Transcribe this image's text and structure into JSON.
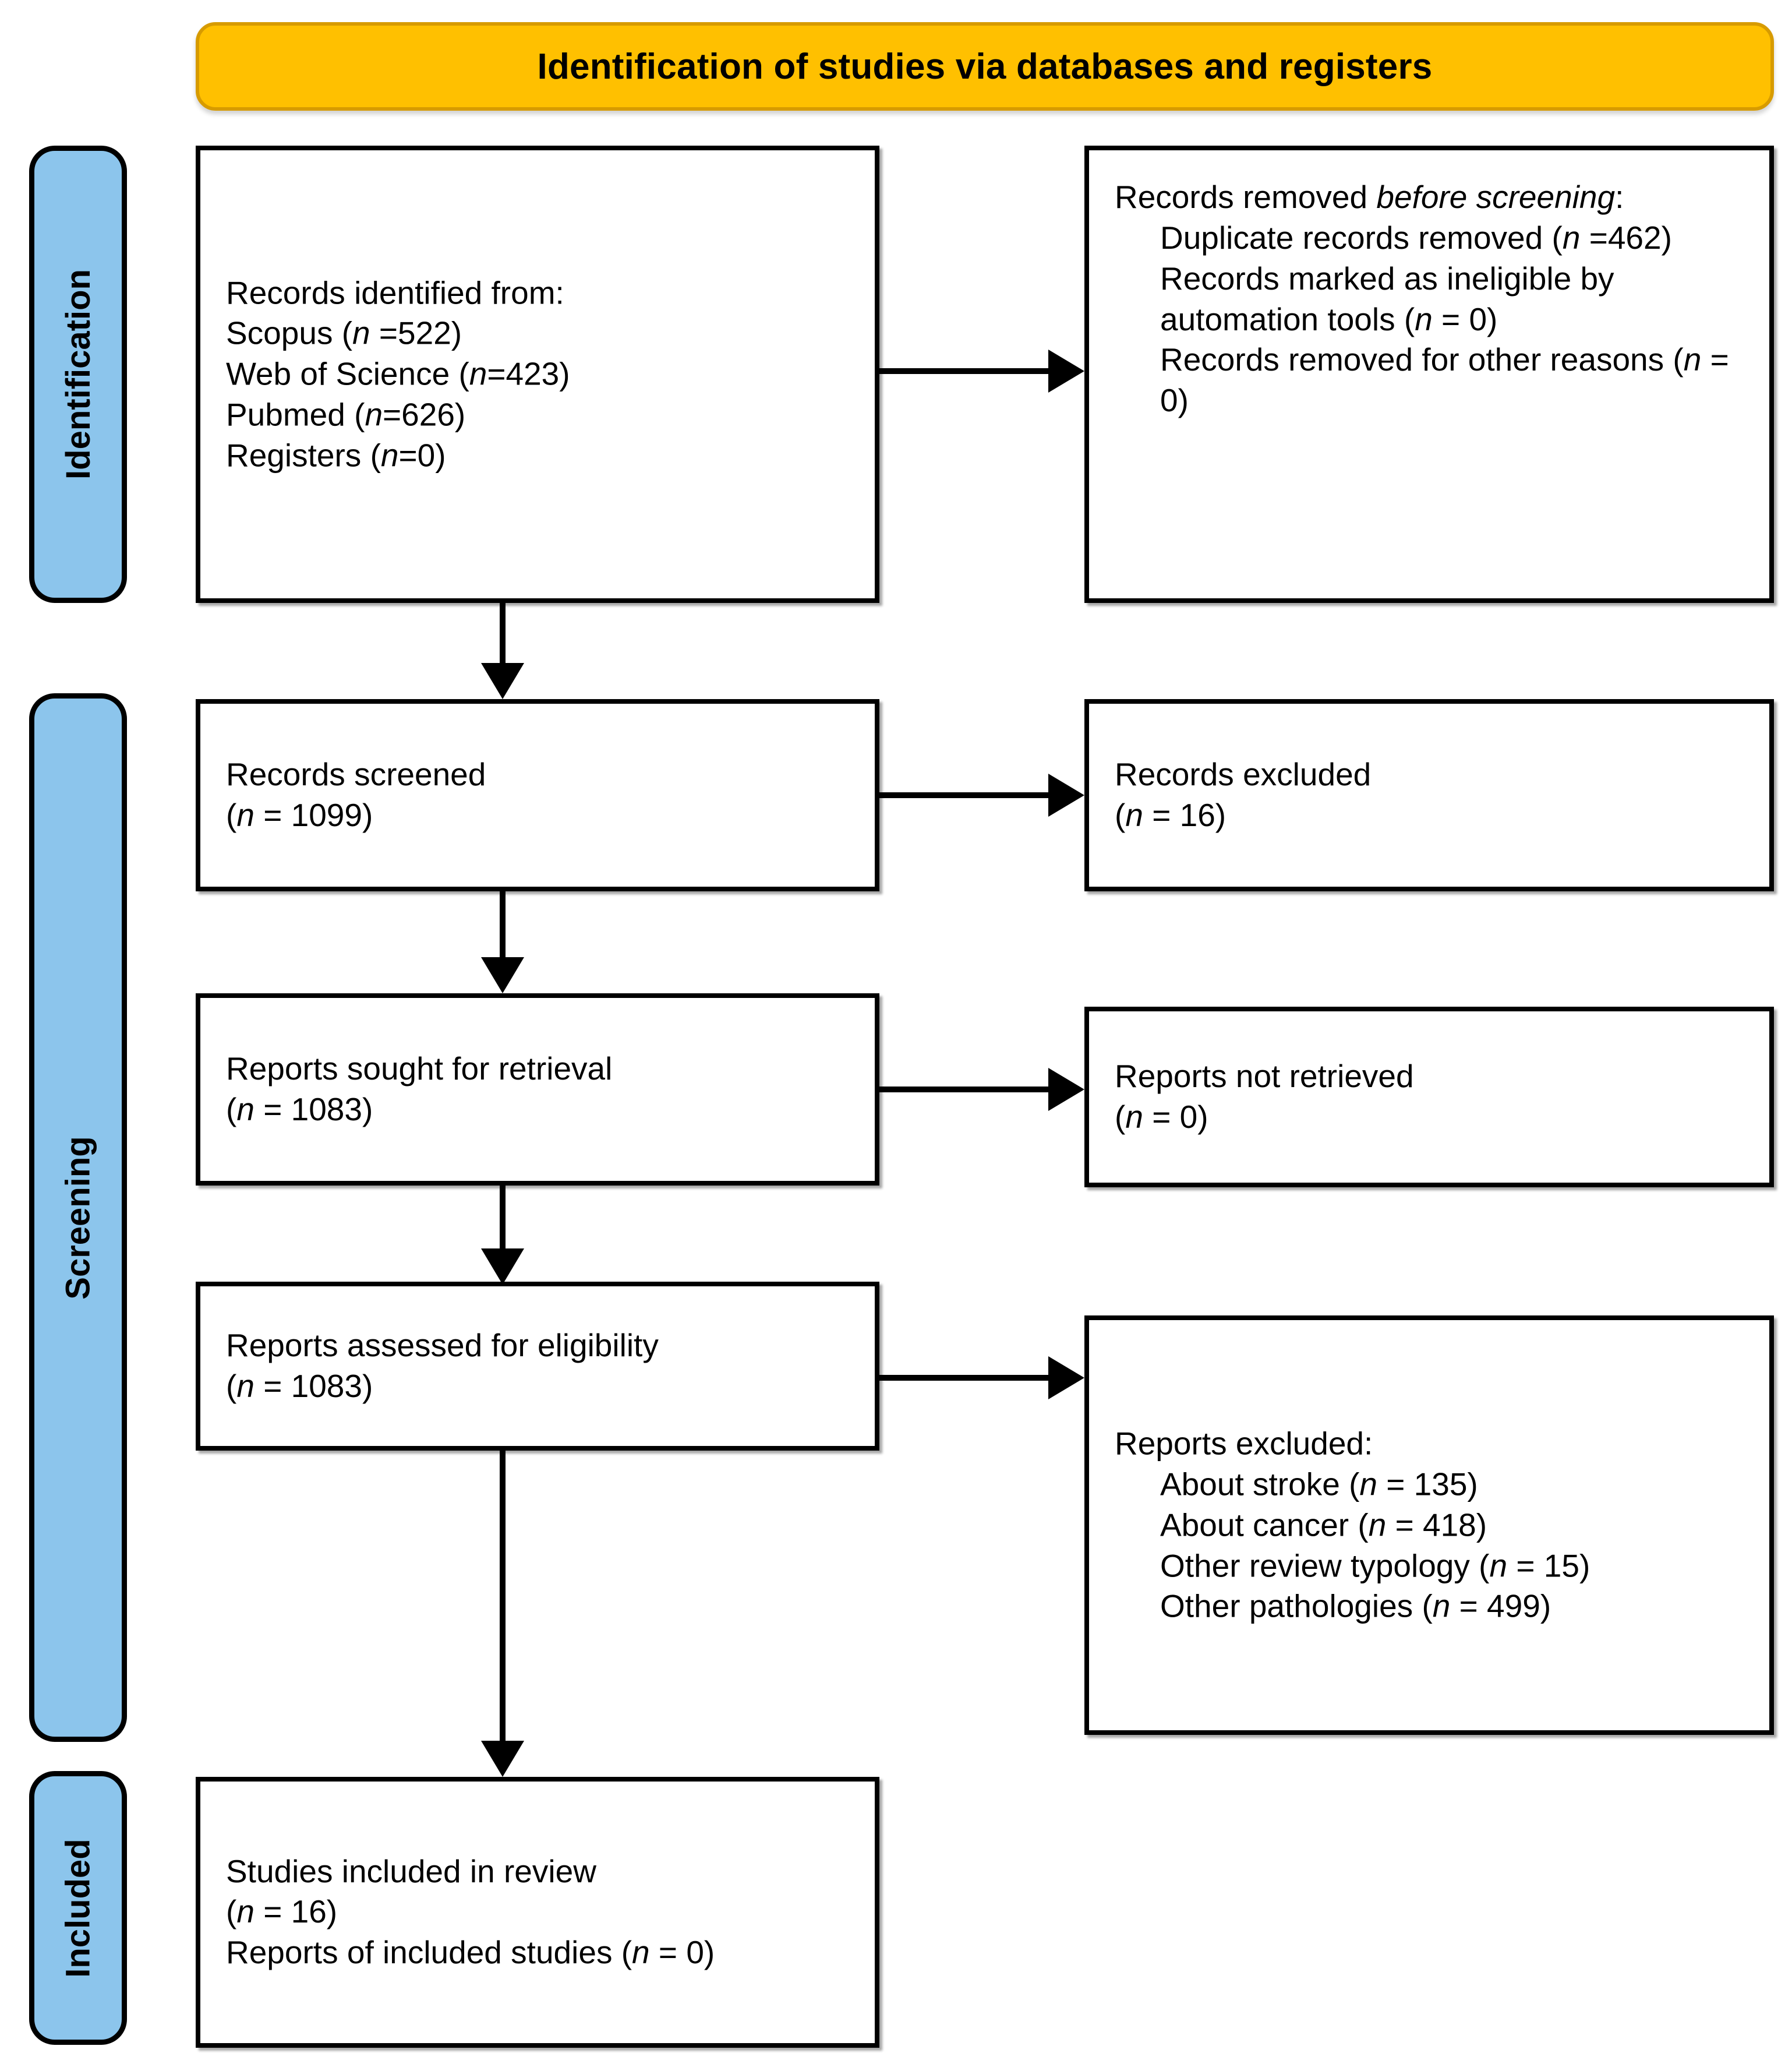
{
  "banner": {
    "title": "Identification of studies via databases and registers",
    "fill_color": "#FFC000",
    "border_color": "#D79B00"
  },
  "phases": {
    "fill_color": "#8CC5EC",
    "border_color": "#000000",
    "identification": "Identification",
    "screening": "Screening",
    "included": "Included"
  },
  "boxes": {
    "records_identified": {
      "heading": "Records identified from:",
      "lines": [
        {
          "label": "Scopus (",
          "italic": "n",
          "tail": " =522)"
        },
        {
          "label": "Web of Science (",
          "italic": "n",
          "tail": "=423)"
        },
        {
          "label": "Pubmed (",
          "italic": "n",
          "tail": "=626)"
        },
        {
          "label": "Registers (",
          "italic": "n",
          "tail": "=0)"
        }
      ]
    },
    "records_removed": {
      "heading_pre": "Records removed ",
      "heading_italic": "before screening",
      "heading_post": ":",
      "items": [
        {
          "label": "Duplicate records removed (",
          "italic": "n",
          "tail": " =462)"
        },
        {
          "label": "Records marked as ineligible by automation tools (",
          "italic": "n",
          "tail": " = 0)"
        },
        {
          "label": "Records removed for other reasons (",
          "italic": "n",
          "tail": " = 0)"
        }
      ]
    },
    "records_screened": {
      "heading": "Records screened",
      "count_pre": "(",
      "count_italic": "n",
      "count_tail": " = 1099)"
    },
    "records_excluded": {
      "heading": "Records excluded",
      "count_pre": "(",
      "count_italic": "n",
      "count_tail": " = 16)"
    },
    "reports_sought": {
      "heading": "Reports sought for retrieval",
      "count_pre": "(",
      "count_italic": "n",
      "count_tail": " = 1083)"
    },
    "reports_not_retrieved": {
      "heading": "Reports not retrieved",
      "count_pre": "(",
      "count_italic": "n",
      "count_tail": " = 0)"
    },
    "reports_assessed": {
      "heading": "Reports assessed for eligibility",
      "count_pre": "(",
      "count_italic": "n",
      "count_tail": " = 1083)"
    },
    "reports_excluded": {
      "heading": "Reports excluded:",
      "items": [
        {
          "label": "About stroke (",
          "italic": "n",
          "tail": " = 135)"
        },
        {
          "label": "About cancer  (",
          "italic": "n",
          "tail": " = 418)"
        },
        {
          "label": "Other review typology (",
          "italic": "n",
          "tail": " = 15)"
        },
        {
          "label": "Other pathologies (",
          "italic": "n",
          "tail": " = 499)"
        }
      ]
    },
    "studies_included": {
      "line1_pre": "Studies included in review",
      "line2_pre": "(",
      "line2_italic": "n",
      "line2_tail": " = 16)",
      "line3_pre": "Reports of included studies (",
      "line3_italic": "n",
      "line3_tail": " = 0)"
    }
  }
}
